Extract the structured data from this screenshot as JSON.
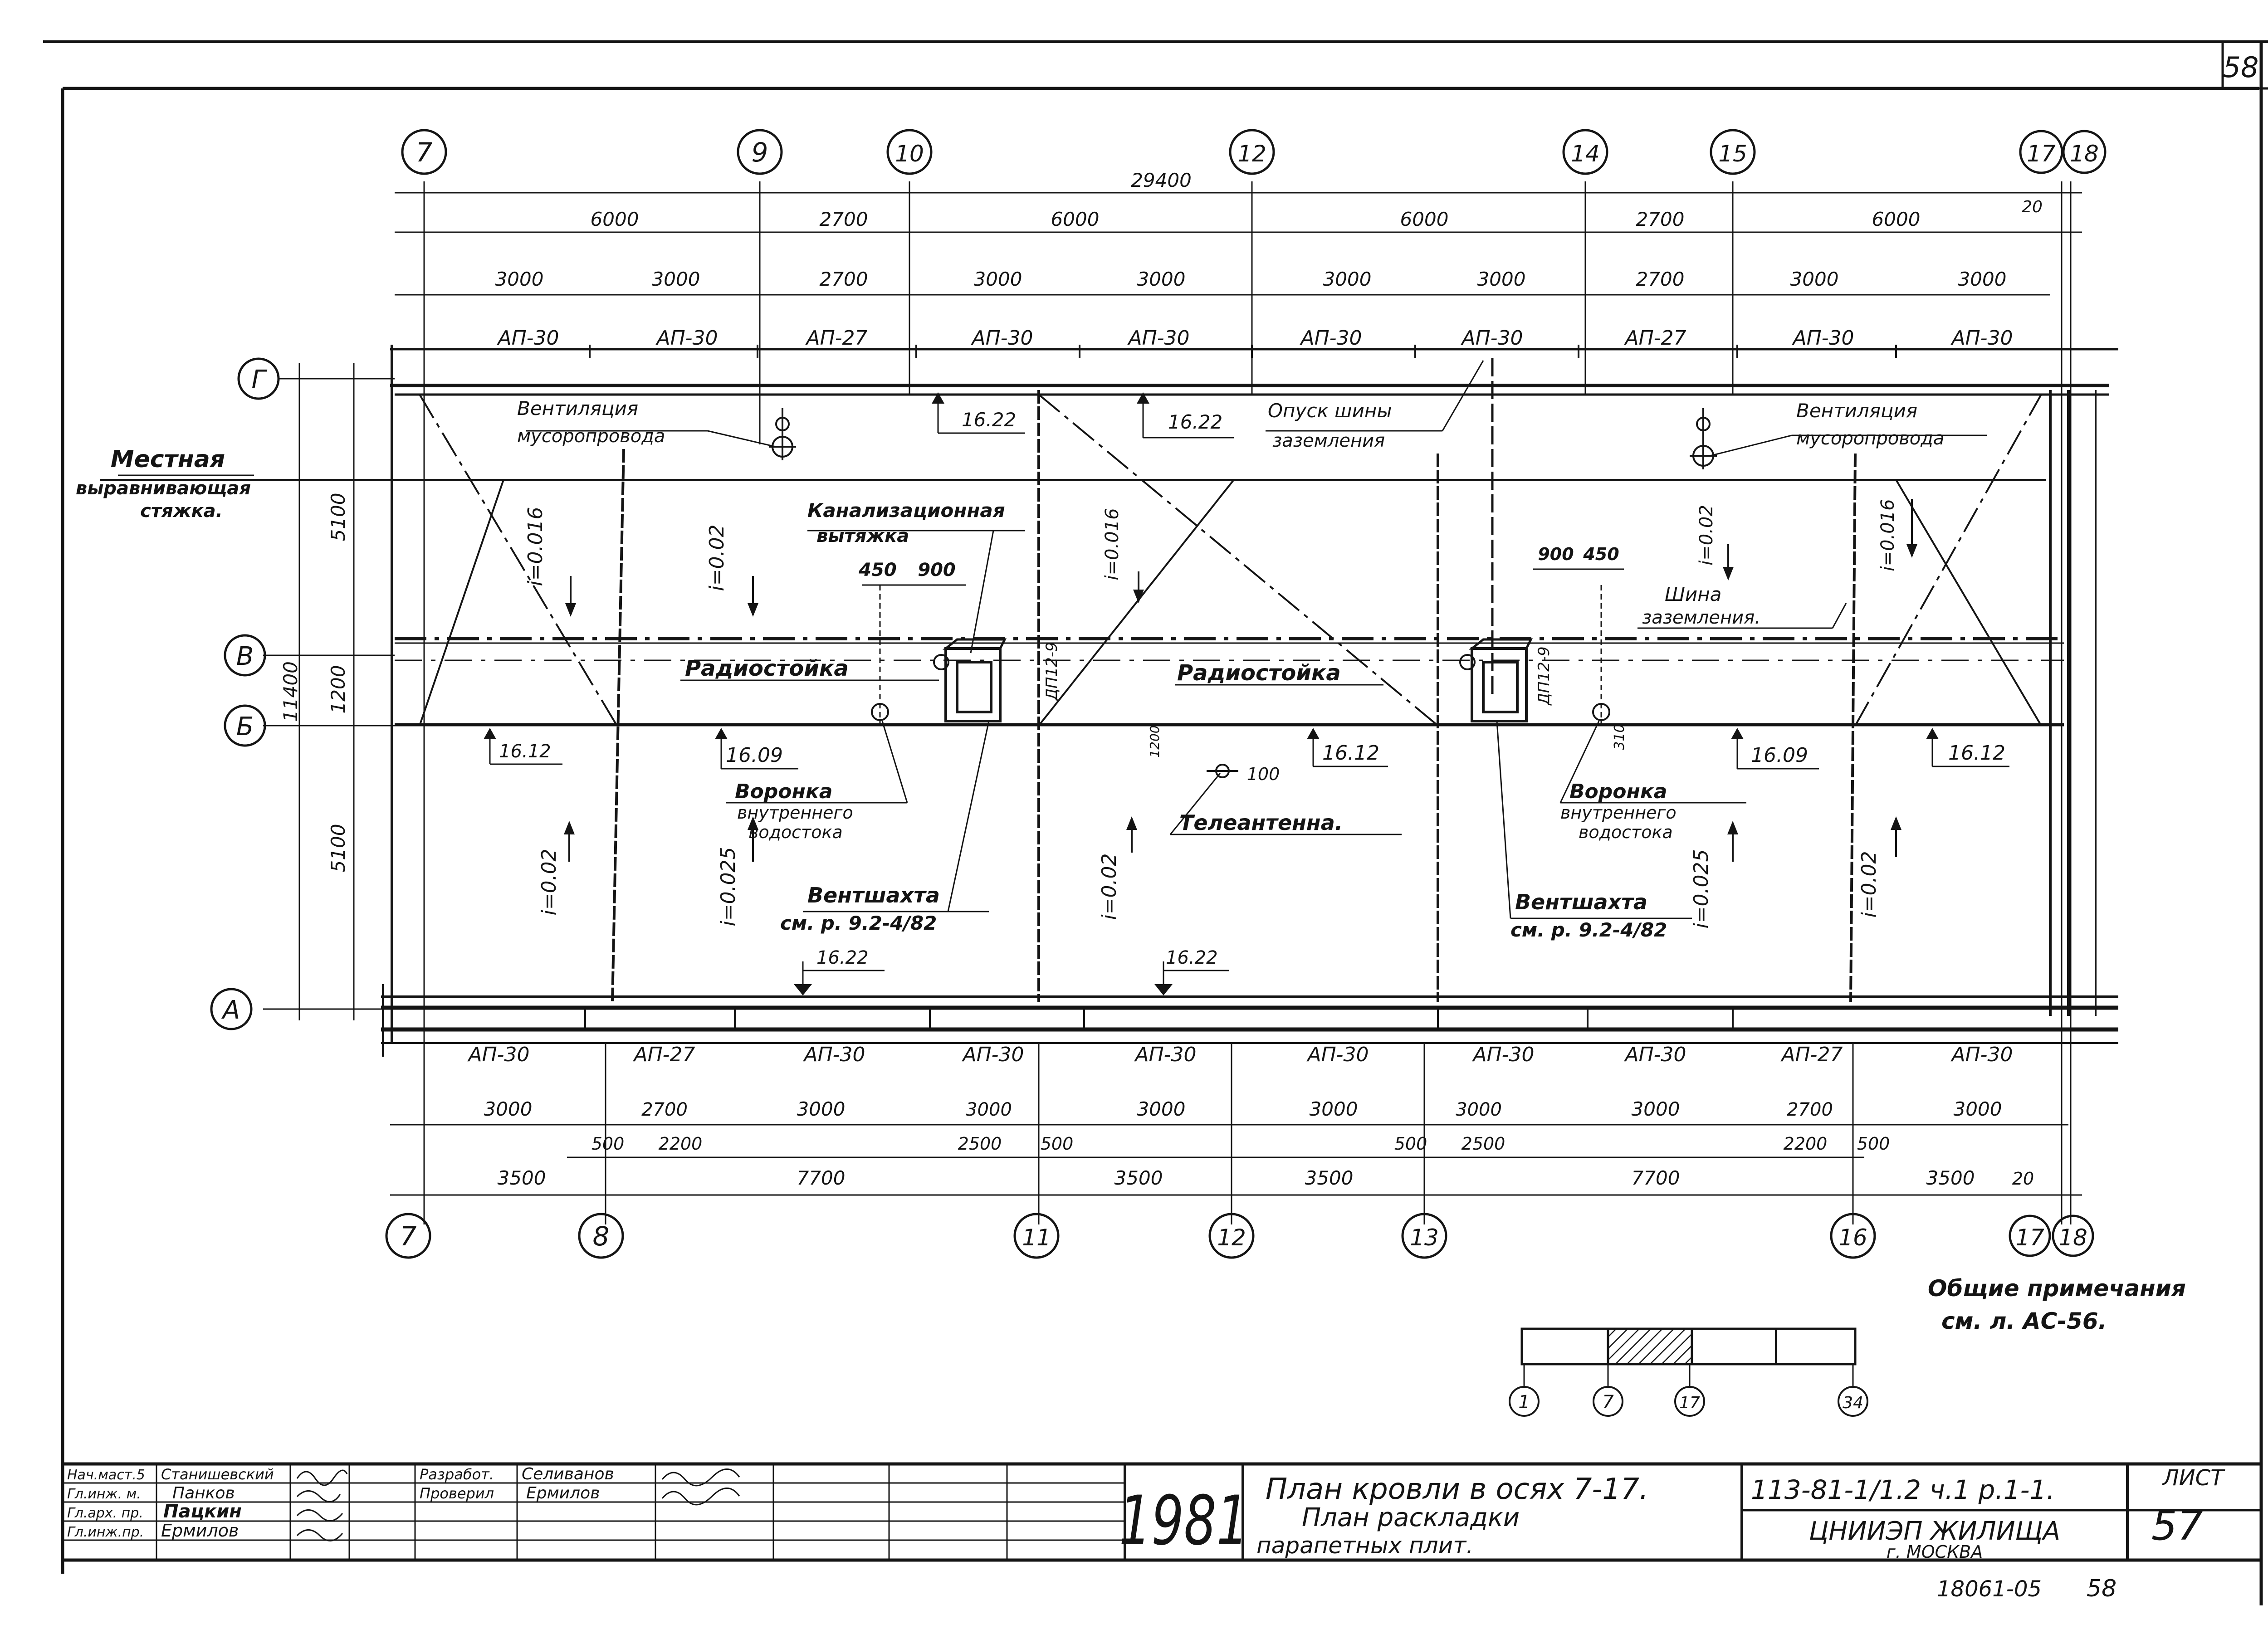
{
  "sheet": {
    "top_page_number": "58",
    "year": "1981",
    "sheet_label": "ЛИСТ",
    "sheet_number": "57",
    "series_code": "113-81-1/1.2  ч.1 р.1-1.",
    "organization": "ЦНИИЭП ЖИЛИЩА",
    "city": "г. МОСКВА",
    "inventory_number": "18061-05",
    "inventory_page": "58",
    "title_lines": [
      "План кровли в осях  7-17.",
      "План раскладки",
      "парапетных   плит."
    ]
  },
  "signatures": [
    {
      "role": "Нач.маст.5",
      "name": "Станишевский"
    },
    {
      "role": "Гл.инж. м.",
      "name": "Панков"
    },
    {
      "role": "Гл.арх. пр.",
      "name": "Пацкин"
    },
    {
      "role": "Гл.инж.пр.",
      "name": "Ермилов"
    }
  ],
  "signatures_right": [
    {
      "role": "Разработ.",
      "name": "Селиванов"
    },
    {
      "role": "Проверил",
      "name": "Ермилов"
    }
  ],
  "notes": {
    "title": "Общие примечания",
    "text": "см. л. АС-56."
  },
  "key_plan_axes": [
    "1",
    "7",
    "17",
    "34"
  ],
  "axes": {
    "top": [
      "7",
      "9",
      "10",
      "12",
      "14",
      "15",
      "17",
      "18"
    ],
    "bottom": [
      "7",
      "8",
      "11",
      "12",
      "13",
      "16",
      "17",
      "18"
    ],
    "left": [
      "Г",
      "В",
      "Б",
      "А"
    ]
  },
  "dimensions": {
    "overall": "29400",
    "top_row1": [
      "6000",
      "2700",
      "6000",
      "6000",
      "2700",
      "6000"
    ],
    "top_row1_extra": "20",
    "top_row2": [
      "3000",
      "3000",
      "2700",
      "3000",
      "3000",
      "3000",
      "3000",
      "2700",
      "3000",
      "3000"
    ],
    "left_outer": "11400",
    "left_inner": [
      "5100",
      "1200",
      "5100"
    ],
    "bottom_row1": [
      "3000",
      "2700",
      "3000",
      "3000",
      "3000",
      "3000",
      "3000",
      "3000",
      "2700",
      "3000"
    ],
    "bottom_row2": [
      "500",
      "2200",
      "2500",
      "500",
      "500",
      "2500",
      "2200",
      "500"
    ],
    "bottom_row3": [
      "3500",
      "7700",
      "3500",
      "3500",
      "7700",
      "3500",
      "20"
    ]
  },
  "parapet_top": [
    "АП-30",
    "АП-30",
    "АП-27",
    "АП-30",
    "АП-30",
    "АП-30",
    "АП-30",
    "АП-27",
    "АП-30",
    "АП-30"
  ],
  "parapet_bottom": [
    "АП-30",
    "АП-27",
    "АП-30",
    "АП-30",
    "АП-30",
    "АП-30",
    "АП-30",
    "АП-30",
    "АП-27",
    "АП-30"
  ],
  "annotations": {
    "screed_1": "Местная",
    "screed_2": "выравнивающая",
    "screed_3": "стяжка.",
    "vent_left_1": "Вентиляция",
    "vent_left_2": "мусоропровода",
    "vent_right_1": "Вентиляция",
    "vent_right_2": "мусоропровода",
    "ground_drop_1": "Опуск шины",
    "ground_drop_2": "заземления",
    "sewer_1": "Канализационная",
    "sewer_2": "вытяжка",
    "radio_left": "Радиостойка",
    "radio_right": "Радиостойка",
    "ground_bus_1": "Шина",
    "ground_bus_2": "заземления.",
    "funnel_left_1": "Воронка",
    "funnel_left_2": "внутреннего",
    "funnel_left_3": "водостока",
    "funnel_right_1": "Воронка",
    "funnel_right_2": "внутреннего",
    "funnel_right_3": "водостока",
    "tv": "Телеантенна.",
    "shaft_left_1": "Вентшахта",
    "shaft_left_2": "см. р. 9.2-4/82",
    "shaft_right_1": "Вентшахта",
    "shaft_right_2": "см. р.  9.2-4/82",
    "dim_450a": "450",
    "dim_900a": "900",
    "dim_900b": "900",
    "dim_450b": "450",
    "dim_1200": "1200",
    "dim_100": "100",
    "dim_310": "310",
    "mark_dp_left": "ДП12-9",
    "mark_dp_right": "ДП12-9"
  },
  "elevations": [
    "16.22",
    "16.22",
    "16.12",
    "16.09",
    "16.12",
    "16.09",
    "16.12",
    "16.22",
    "16.22"
  ],
  "slopes": [
    "i=0.016",
    "i=0.02",
    "i=0.016",
    "i=0.02",
    "i=0.016",
    "i=0.02",
    "i=0.025",
    "i=0.02",
    "i=0.025",
    "i=0.02"
  ]
}
